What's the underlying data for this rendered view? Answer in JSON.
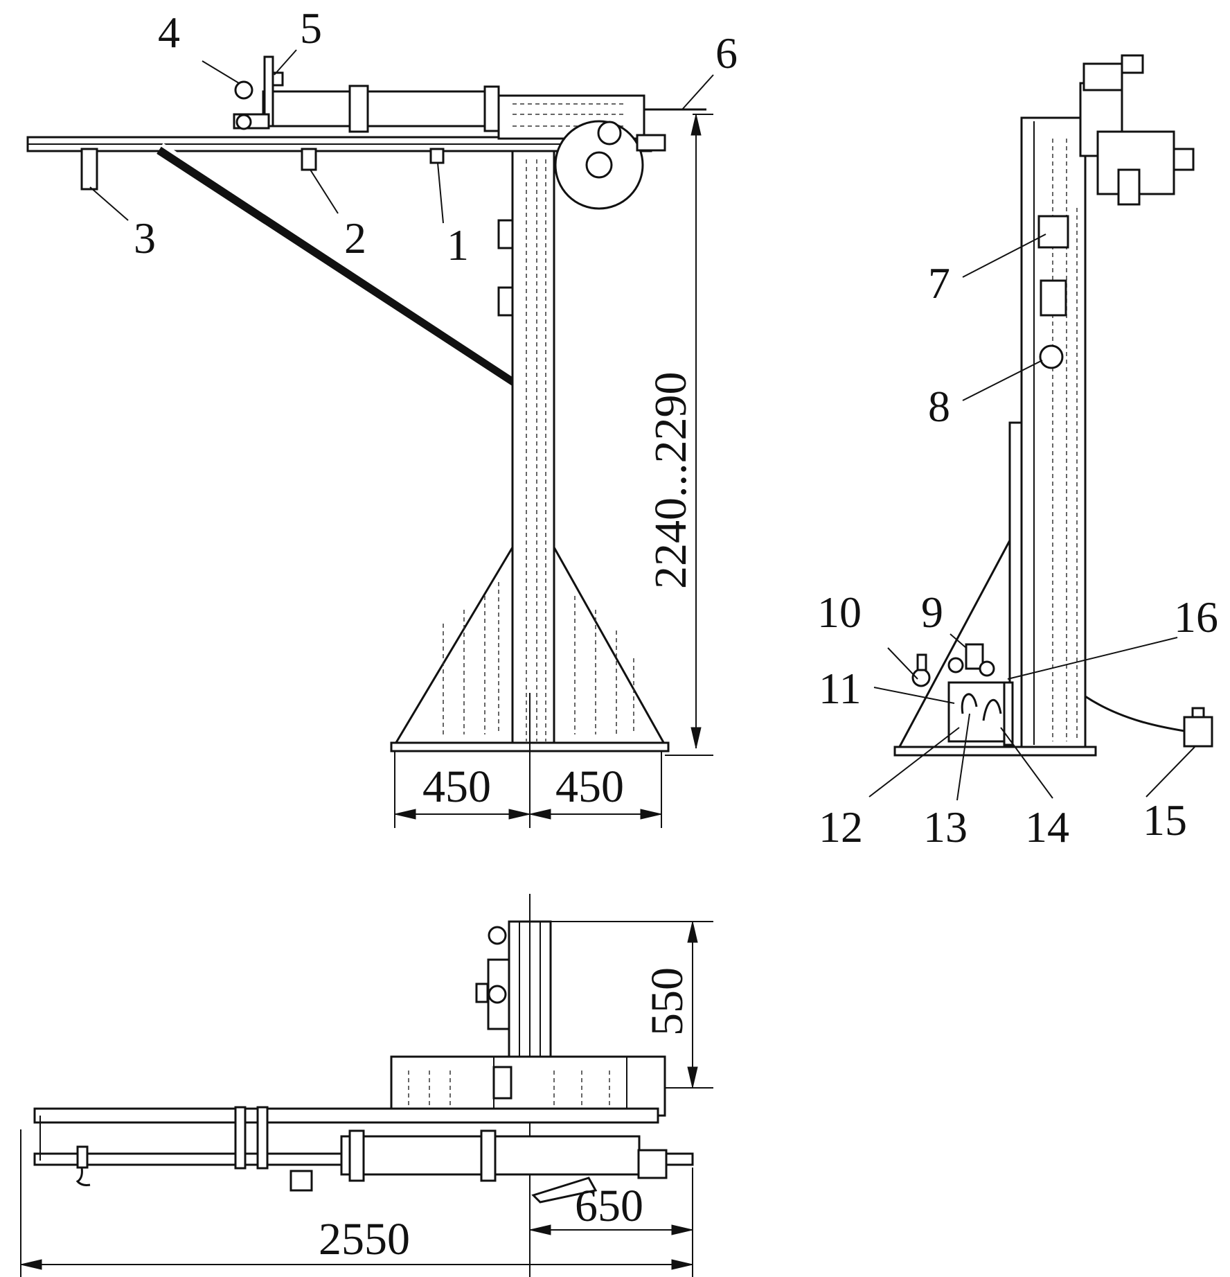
{
  "callouts": {
    "c1": "1",
    "c2": "2",
    "c3": "3",
    "c4": "4",
    "c5": "5",
    "c6": "6",
    "c7": "7",
    "c8": "8",
    "c9": "9",
    "c10": "10",
    "c11": "11",
    "c12": "12",
    "c13": "13",
    "c14": "14",
    "c15": "15",
    "c16": "16"
  },
  "dimensions": {
    "height_range": "2240...2290",
    "base_left": "450",
    "base_right": "450",
    "plan_depth": "550",
    "plan_offset": "650",
    "plan_total_length": "2550"
  }
}
